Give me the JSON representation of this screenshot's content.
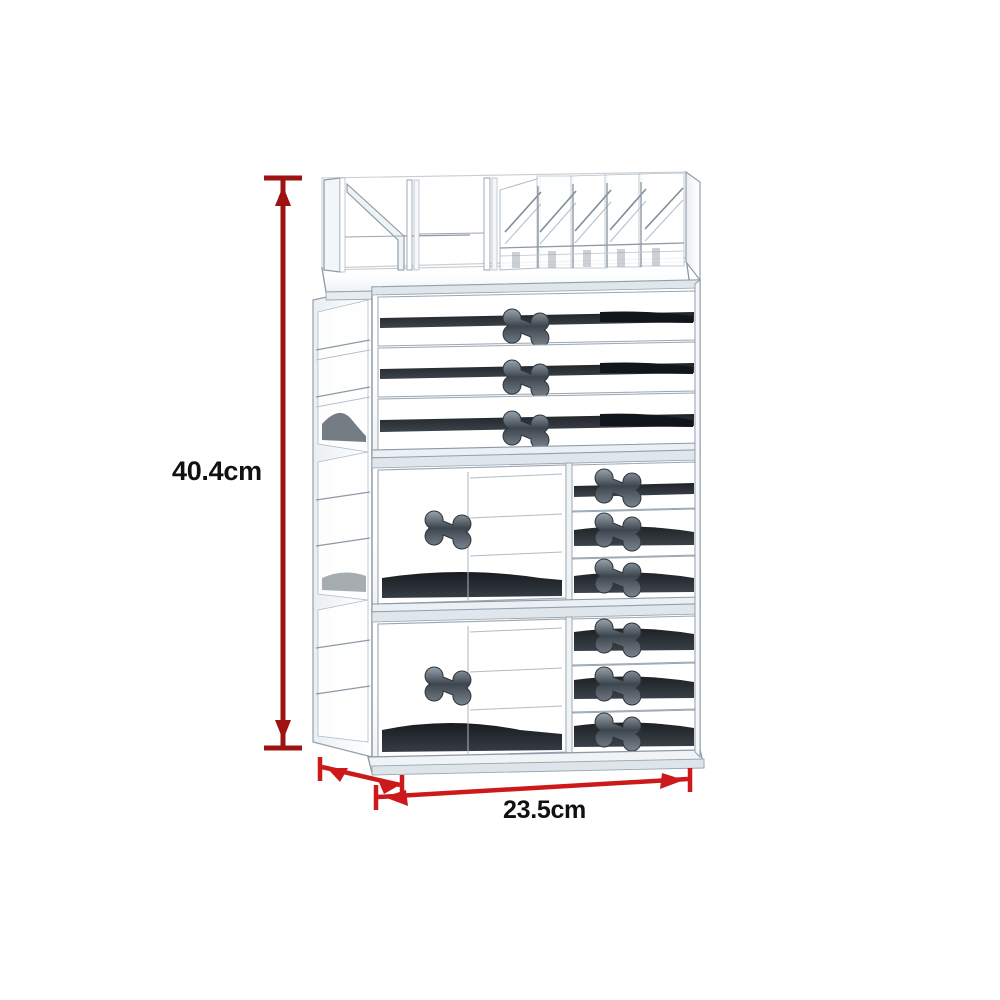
{
  "scene": {
    "background_color": "#ffffff",
    "subject": "acrylic-cosmetic-organizer",
    "view": "three-quarter-front"
  },
  "dimensions": {
    "height": {
      "label": "40.4cm",
      "value": 40.4,
      "unit": "cm",
      "orientation": "vertical",
      "line_color": "#9e1212"
    },
    "width": {
      "label": "23.5cm",
      "value": 23.5,
      "unit": "cm",
      "orientation": "horizontal",
      "line_color": "#cc1a1a"
    },
    "depth": {
      "label": "",
      "orientation": "horizontal-short",
      "line_color": "#cc1a1a"
    }
  },
  "product": {
    "material_color": "#ffffff",
    "edge_color": "#8c98a6",
    "shadow_color": "#14181c",
    "handle_color": "#5a646e",
    "units": [
      {
        "name": "top-tray",
        "type": "open-tray",
        "compartments": 2,
        "lipstick_slots": 5
      },
      {
        "name": "upper-drawer-unit",
        "type": "drawer-block",
        "drawers": [
          {
            "name": "drawer-1",
            "width": "full",
            "handle": "bow-tie"
          },
          {
            "name": "drawer-2",
            "width": "full",
            "handle": "bow-tie"
          },
          {
            "name": "drawer-3",
            "width": "full",
            "handle": "bow-tie"
          }
        ]
      },
      {
        "name": "middle-drawer-unit",
        "type": "drawer-block-split",
        "drawers": [
          {
            "name": "drawer-large-left",
            "width": "half",
            "handle": "bow-tie"
          },
          {
            "name": "drawer-right-1",
            "width": "half",
            "handle": "bow-tie"
          },
          {
            "name": "drawer-right-2",
            "width": "half",
            "handle": "bow-tie"
          },
          {
            "name": "drawer-right-3",
            "width": "half",
            "handle": "bow-tie"
          }
        ]
      },
      {
        "name": "bottom-drawer-unit",
        "type": "drawer-block-split",
        "drawers": [
          {
            "name": "drawer-large-left",
            "width": "half",
            "handle": "bow-tie"
          },
          {
            "name": "drawer-right-1",
            "width": "half",
            "handle": "bow-tie"
          },
          {
            "name": "drawer-right-2",
            "width": "half",
            "handle": "bow-tie"
          },
          {
            "name": "drawer-right-3",
            "width": "half",
            "handle": "bow-tie"
          }
        ]
      }
    ]
  }
}
